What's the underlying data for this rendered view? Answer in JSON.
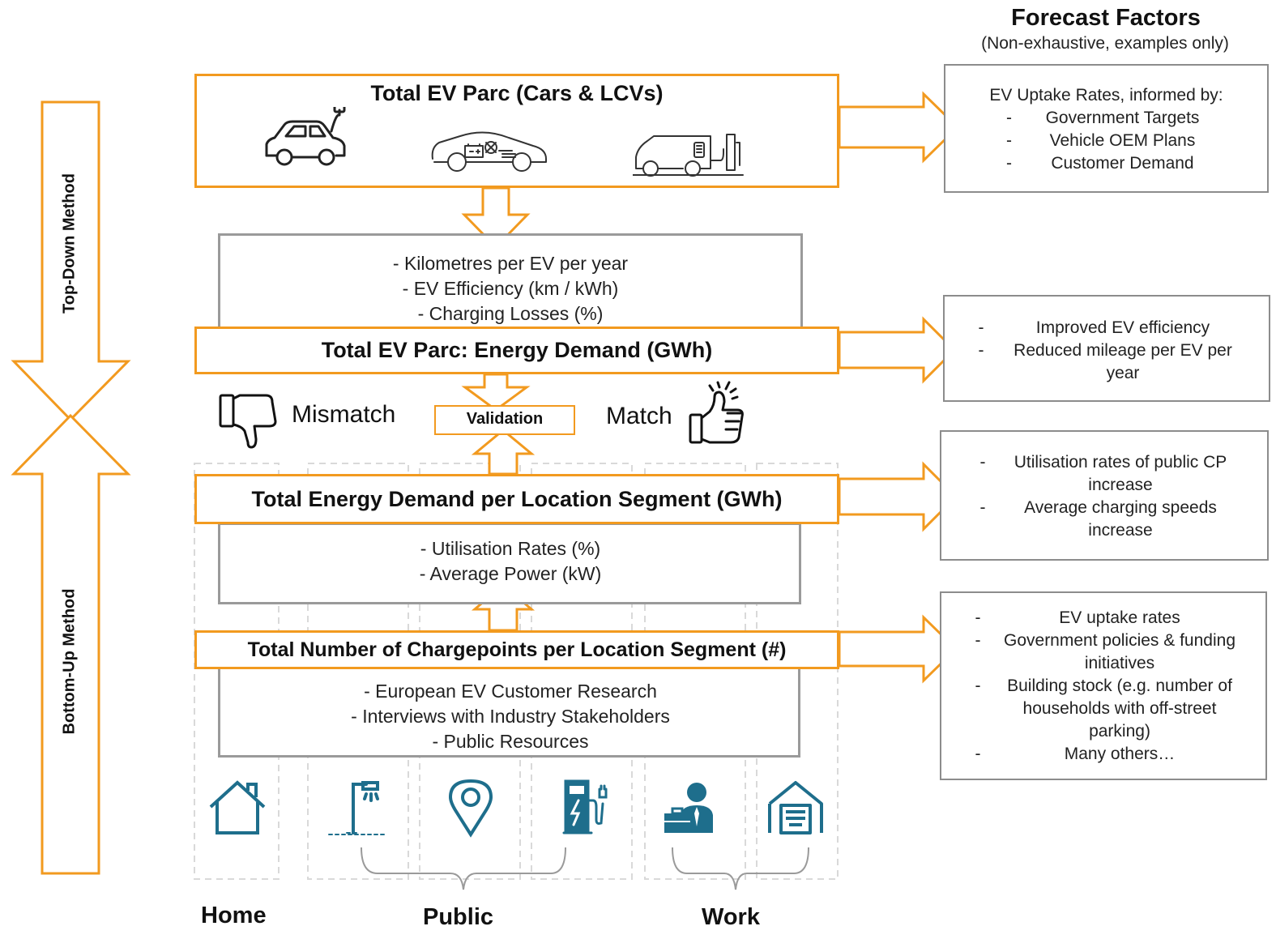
{
  "forecast": {
    "title": "Forecast Factors",
    "subtitle": "(Non-exhaustive, examples only)",
    "box1": {
      "intro": "EV Uptake Rates, informed by:",
      "items": [
        "Government Targets",
        "Vehicle OEM Plans",
        "Customer Demand"
      ]
    },
    "box2": {
      "items": [
        "Improved EV efficiency",
        "Reduced mileage per EV per year"
      ]
    },
    "box3": {
      "items": [
        "Utilisation rates of public CP increase",
        "Average charging speeds increase"
      ]
    },
    "box4": {
      "items": [
        "EV uptake rates",
        "Government policies & funding initiatives",
        "Building stock (e.g. number of households with off-street parking)",
        "Many others…"
      ]
    }
  },
  "methods": {
    "top_down": "Top-Down Method",
    "bottom_up": "Bottom-Up Method"
  },
  "flow": {
    "ev_parc_title": "Total EV Parc (Cars & LCVs)",
    "parc_inputs": [
      "- Kilometres per EV per year",
      "- EV Efficiency (km / kWh)",
      "- Charging Losses (%)"
    ],
    "energy_demand": "Total EV Parc: Energy Demand (GWh)",
    "mismatch": "Mismatch",
    "validation": "Validation",
    "match": "Match",
    "segment_demand": "Total Energy Demand per Location Segment (GWh)",
    "segment_inputs": [
      "- Utilisation Rates (%)",
      "- Average Power (kW)"
    ],
    "chargepoints": "Total Number of Chargepoints per Location Segment (#)",
    "research_inputs": [
      "- European EV Customer Research",
      "- Interviews with Industry Stakeholders",
      "- Public Resources"
    ]
  },
  "segments": {
    "home": "Home",
    "public": "Public",
    "work": "Work"
  },
  "icons": {
    "vehicles": [
      "ev-car-plug-icon",
      "ev-car-battery-icon",
      "electric-van-charger-icon"
    ],
    "locations": [
      "house-icon",
      "street-light-icon",
      "map-pin-icon",
      "charging-station-icon",
      "business-person-icon",
      "garage-icon"
    ],
    "feedback": [
      "thumbs-down-icon",
      "thumbs-up-icon"
    ]
  },
  "colors": {
    "accent": "#F29A1F",
    "icon_blue": "#1E6E8C",
    "box_border": "#9a9a9a"
  }
}
